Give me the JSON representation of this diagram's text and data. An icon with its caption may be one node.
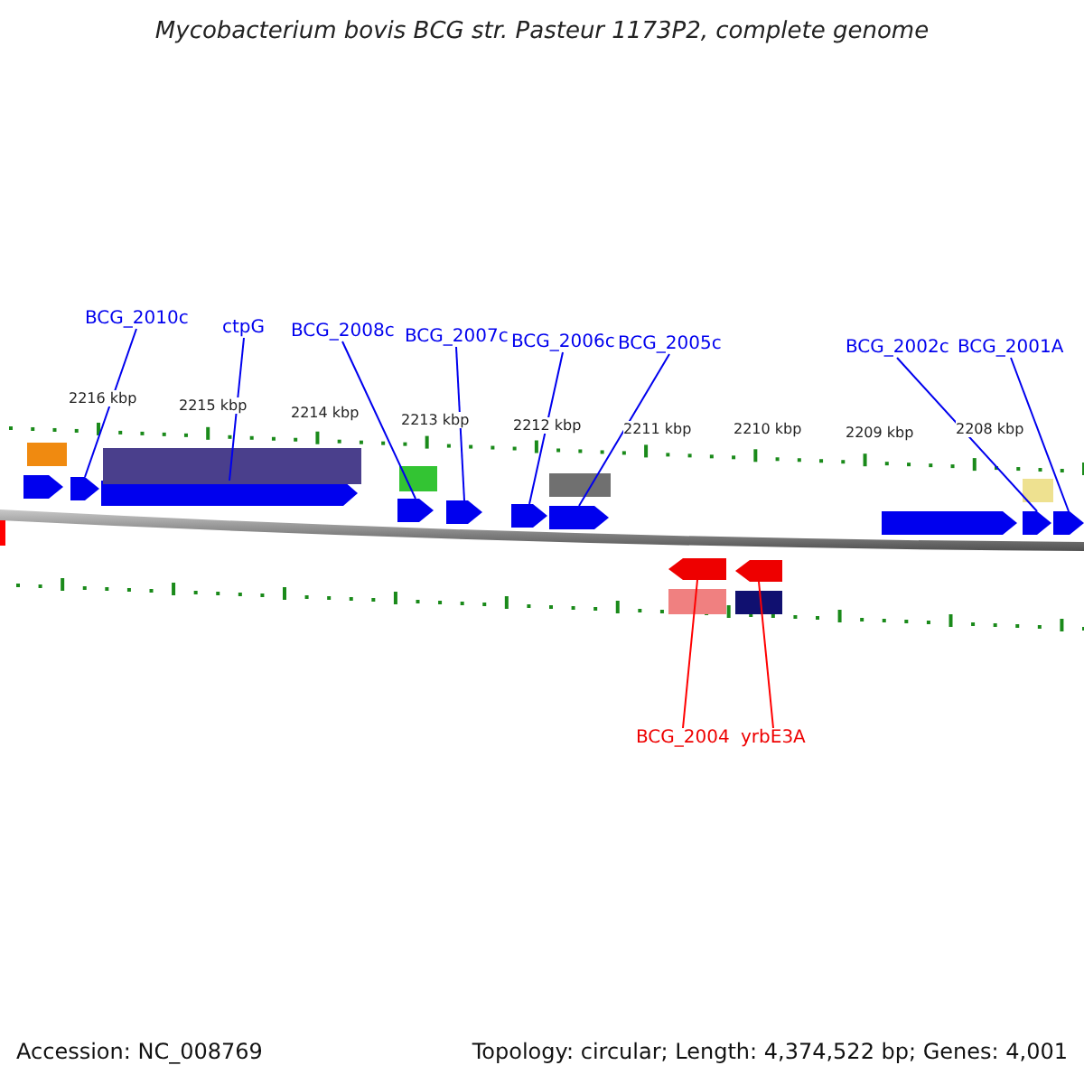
{
  "diagram": {
    "title": "Mycobacterium bovis BCG str. Pasteur 1173P2, complete genome",
    "nodes": [
      {
        "text": [
          "BCG_2010c"
        ]
      },
      {
        "text": [
          "ctpG"
        ]
      },
      {
        "text": [
          "BCG_2008c"
        ]
      },
      {
        "text": [
          "BCG_2007c"
        ]
      },
      {
        "text": [
          "BCG_2006c"
        ]
      },
      {
        "text": [
          "BCG_2005c"
        ]
      },
      {
        "text": [
          "BCG_2002c"
        ]
      },
      {
        "text": [
          "BCG_2001A"
        ]
      },
      {
        "text": [
          "BCG_2004"
        ]
      },
      {
        "text": [
          "yrbE3A"
        ]
      },
      {
        "text": [],
        "shape": "arrow"
      },
      {
        "text": [],
        "shape": "arrow"
      },
      {
        "text": [],
        "shape": "arrow"
      },
      {
        "text": [],
        "shape": "arrow"
      },
      {
        "text": [],
        "shape": "arrow"
      },
      {
        "text": [],
        "shape": "arrow"
      },
      {
        "text": [],
        "shape": "arrow"
      },
      {
        "text": [],
        "shape": "arrow"
      },
      {
        "text": [],
        "shape": "arrow"
      },
      {
        "text": [],
        "shape": "arrow"
      },
      {
        "text": [],
        "shape": "arrow"
      },
      {
        "text": [],
        "shape": "arrow"
      },
      {
        "text": [],
        "shape": "bar"
      },
      {
        "text": [],
        "shape": "bar"
      },
      {
        "text": [],
        "shape": "bar"
      },
      {
        "text": [],
        "shape": "bar"
      },
      {
        "text": [],
        "shape": "bar"
      },
      {
        "text": [],
        "shape": "bar"
      },
      {
        "text": [],
        "shape": "bar"
      },
      {
        "text": [],
        "shape": "bar"
      }
    ],
    "edges": [
      {
        "from": 0,
        "to": 10,
        "arrow": "none"
      },
      {
        "from": 1,
        "to": 11,
        "arrow": "none"
      },
      {
        "from": 2,
        "to": 12,
        "arrow": "none"
      },
      {
        "from": 3,
        "to": 13,
        "arrow": "none"
      },
      {
        "from": 4,
        "to": 14,
        "arrow": "none"
      },
      {
        "from": 5,
        "to": 15,
        "arrow": "none"
      },
      {
        "from": 6,
        "to": 16,
        "arrow": "none"
      },
      {
        "from": 7,
        "to": 17,
        "arrow": "none"
      },
      {
        "from": 8,
        "to": 18,
        "arrow": "none",
        "color": "#ff0000"
      },
      {
        "from": 9,
        "to": 19,
        "arrow": "none",
        "color": "#ff0000"
      }
    ],
    "labels": [
      "2216 kbp",
      "2215 kbp",
      "2214 kbp",
      "2213 kbp",
      "2212 kbp",
      "2211 kbp",
      "2210 kbp",
      "2209 kbp",
      "2208 kbp",
      "Accession: NC_008769",
      "Topology: circular; Length: 4,374,522 bp; Genes: 4,001"
    ]
  }
}
